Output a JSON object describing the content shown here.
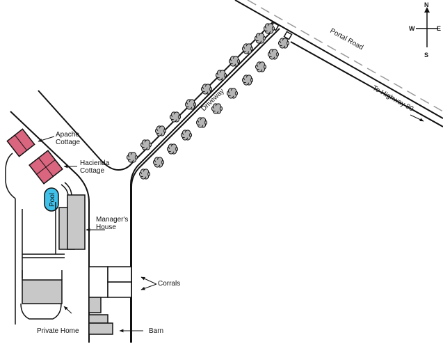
{
  "map": {
    "colors": {
      "background": "#ffffff",
      "line": "#111111",
      "cottage_fill": "#d9657f",
      "building_fill": "#c8c8c8",
      "pool_fill": "#3fc1ea",
      "tree_fill": "#b5b5b5"
    },
    "roads": {
      "portal_road": "Portal Road",
      "to_highway": "To Highway 80",
      "driveway": "Driveway"
    },
    "labels": {
      "apache_line1": "Apache",
      "apache_line2": "Cottage",
      "hacienda_line1": "Hacienda",
      "hacienda_line2": "Cottage",
      "pool": "Pool",
      "manager_line1": "Manager's",
      "manager_line2": "House",
      "corrals": "Corrals",
      "barn": "Barn",
      "private_home": "Private Home"
    },
    "compass": {
      "n": "N",
      "s": "S",
      "e": "E",
      "w": "W"
    },
    "icons": {
      "tree": "tree-icon",
      "arrow": "arrow-icon",
      "compass": "compass-rose-icon"
    }
  }
}
